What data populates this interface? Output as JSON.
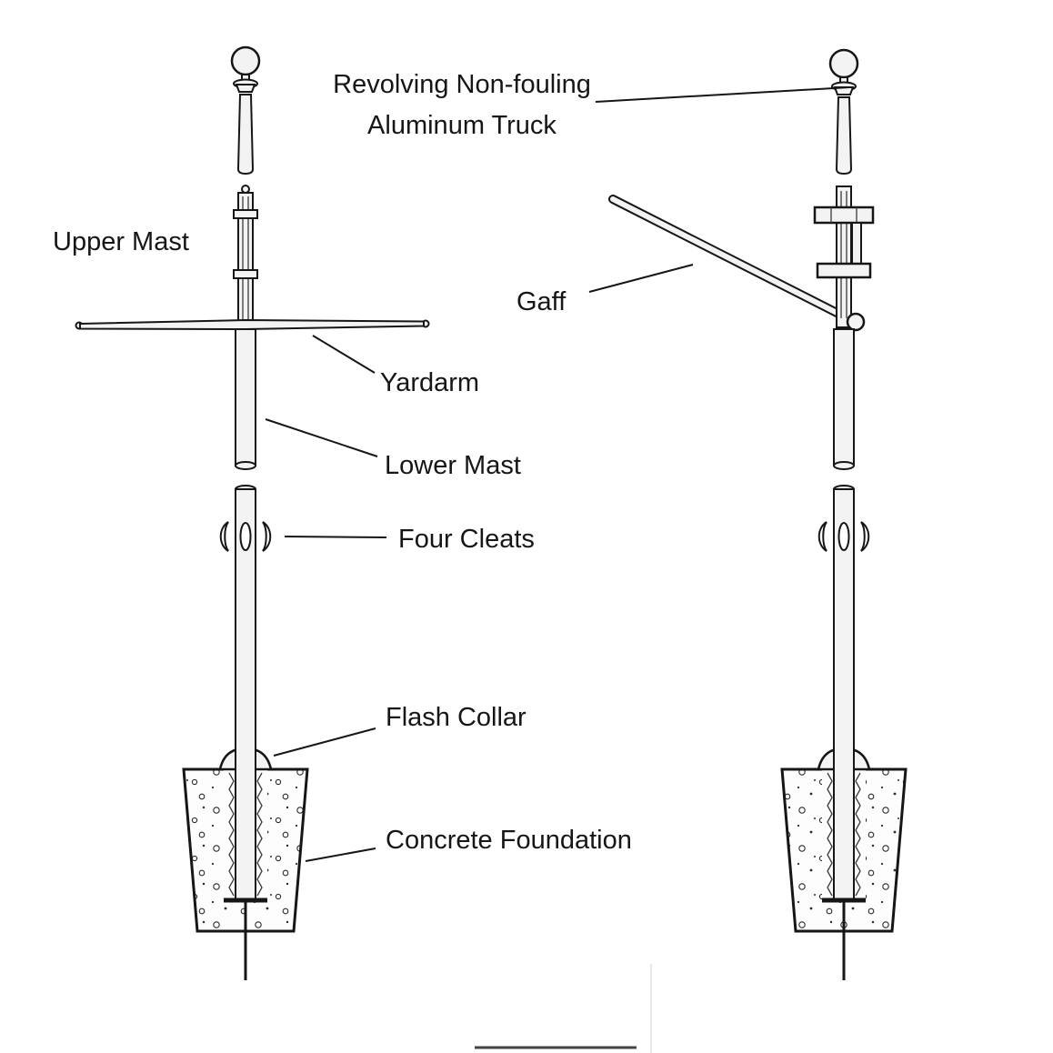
{
  "diagram": {
    "description": "Flagpole installation diagram, two elevations: mast with yardarm and mast with gaff",
    "labels": {
      "truck_line1": "Revolving Non-fouling",
      "truck_line2": "Aluminum Truck",
      "upper_mast": "Upper Mast",
      "gaff": "Gaff",
      "yardarm": "Yardarm",
      "lower_mast": "Lower Mast",
      "four_cleats": "Four Cleats",
      "flash_collar": "Flash Collar",
      "concrete_foundation": "Concrete Foundation"
    },
    "colors": {
      "ink": "#161616",
      "pole_fill": "#f3f3f3",
      "background": "#ffffff"
    }
  }
}
